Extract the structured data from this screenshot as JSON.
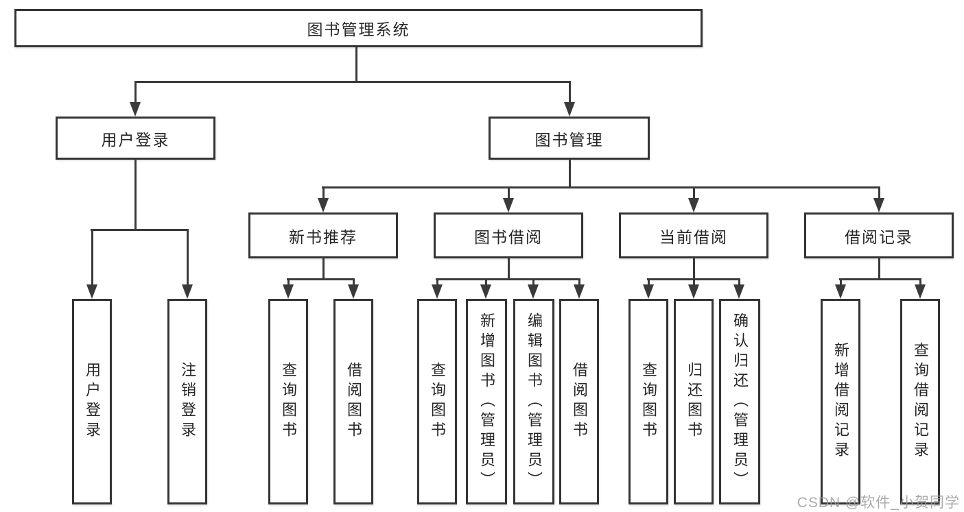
{
  "colors": {
    "line": "#3a3a3a",
    "box-border": "#343434",
    "text": "#262626",
    "watermark": "#9c9c9c",
    "canvas-bg": "#ffffff"
  },
  "watermark": {
    "text": "CSDN @软件_小贺同学"
  },
  "tree": {
    "label": "图书管理系统",
    "children": [
      {
        "label": "用户登录",
        "children": [
          {
            "label": "用户登录"
          },
          {
            "label": "注销登录"
          }
        ]
      },
      {
        "label": "图书管理",
        "children": [
          {
            "label": "新书推荐",
            "children": [
              {
                "label": "查询图书"
              },
              {
                "label": "借阅图书"
              }
            ]
          },
          {
            "label": "图书借阅",
            "children": [
              {
                "label": "查询图书"
              },
              {
                "label": "新增图书（管理员）"
              },
              {
                "label": "编辑图书（管理员）"
              },
              {
                "label": "借阅图书"
              }
            ]
          },
          {
            "label": "当前借阅",
            "children": [
              {
                "label": "查询图书"
              },
              {
                "label": "归还图书"
              },
              {
                "label": "确认归还（管理员）"
              }
            ]
          },
          {
            "label": "借阅记录",
            "children": [
              {
                "label": "新增借阅记录"
              },
              {
                "label": "查询借阅记录"
              }
            ]
          }
        ]
      }
    ]
  }
}
